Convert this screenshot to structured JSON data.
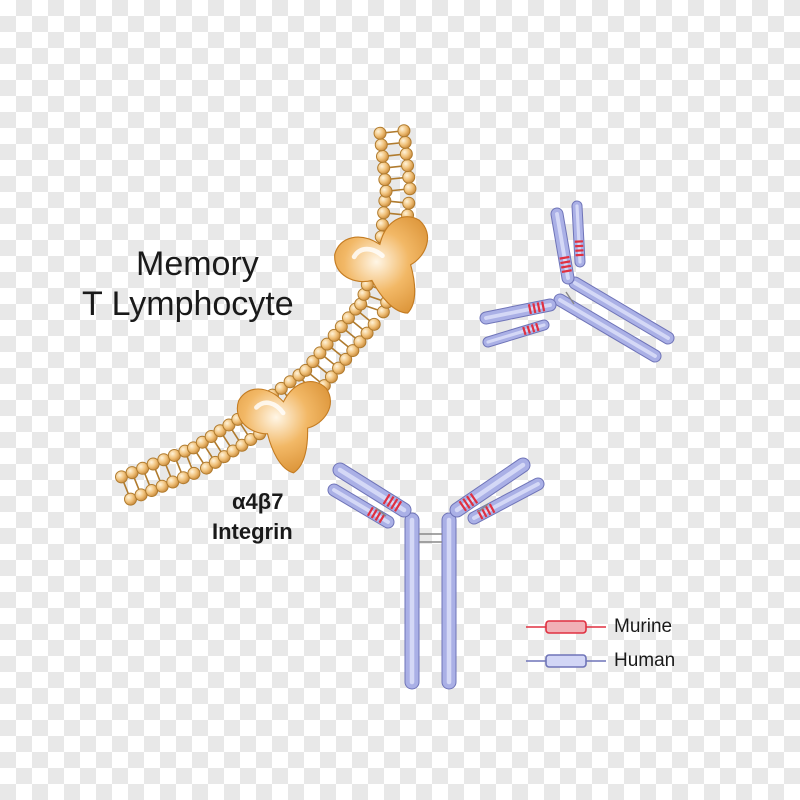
{
  "labels": {
    "cell_line1": "Memory",
    "cell_line2": "T Lymphocyte",
    "integrin_line1": "α4β7",
    "integrin_line2": "Integrin"
  },
  "legend": [
    {
      "label": "Murine",
      "color": "#e03040"
    },
    {
      "label": "Human",
      "color": "#9aa0dd"
    }
  ],
  "colors": {
    "bead": "#f0c17a",
    "bead_edge": "#b07b2e",
    "integrin": "#e9a24a",
    "antibody": "#aab0e6",
    "antibody_edge": "#6f74b8",
    "murine": "#e03040"
  }
}
